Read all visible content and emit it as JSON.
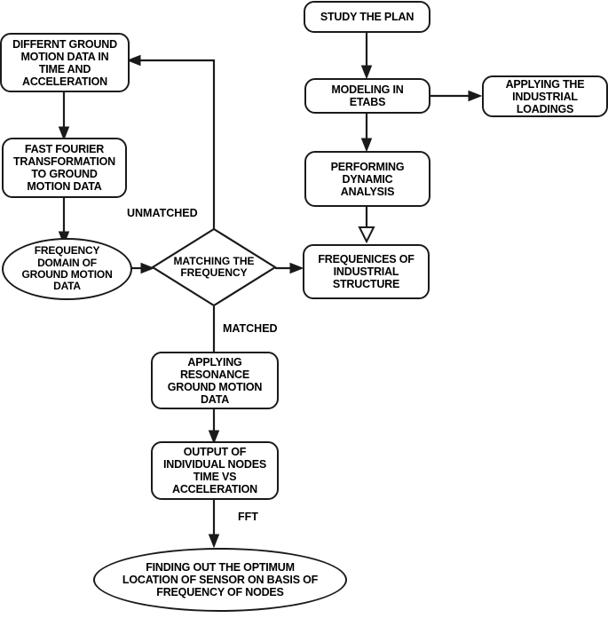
{
  "diagram": {
    "title": "Methodology flowchart for optimum sensor location based on frequency of nodes",
    "type": "flowchart",
    "background_color": "#ffffff",
    "line_color": "#1a1a1a",
    "text_color": "#000000"
  },
  "nodes": [
    {
      "id": "different-ground-motion-data",
      "shape": "rounded-rectangle",
      "label": "DIFFERNT GROUND\nMOTION DATA IN\nTIME AND\nACCELERATION"
    },
    {
      "id": "fast-fourier-transformation",
      "shape": "rounded-rectangle",
      "label": "FAST FOURIER\nTRANSFORMATION\nTO GROUND\nMOTION DATA"
    },
    {
      "id": "frequency-domain-of-ground-motion-data",
      "shape": "ellipse",
      "label": "FREQUENCY\nDOMAIN OF\nGROUND MOTION\nDATA"
    },
    {
      "id": "matching-the-frequency",
      "shape": "diamond",
      "label": "MATCHING THE\nFREQUENCY"
    },
    {
      "id": "applying-resonance-ground-motion-data",
      "shape": "rounded-rectangle",
      "label": "APPLYING\nRESONANCE\nGROUND MOTION\nDATA"
    },
    {
      "id": "output-of-individual-nodes",
      "shape": "rounded-rectangle",
      "label": "OUTPUT OF\nINDIVIDUAL NODES\nTIME VS\nACCELERATION"
    },
    {
      "id": "finding-out-optimum-location-of-sensor",
      "shape": "ellipse",
      "label": "FINDING OUT THE OPTIMUM\nLOCATION OF SENSOR ON BASIS OF\nFREQUENCY OF NODES"
    },
    {
      "id": "study-the-plan",
      "shape": "rounded-rectangle",
      "label": "STUDY THE PLAN"
    },
    {
      "id": "modeling-in-etabs",
      "shape": "rounded-rectangle",
      "label": "MODELING IN\nETABS"
    },
    {
      "id": "applying-the-industrial-loadings",
      "shape": "rounded-rectangle",
      "label": "APPLYING THE\nINDUSTRIAL\nLOADINGS"
    },
    {
      "id": "performing-dynamic-analysis",
      "shape": "rounded-rectangle",
      "label": "PERFORMING\nDYNAMIC\nANALYSIS"
    },
    {
      "id": "frequenices-of-industrial-structure",
      "shape": "rounded-rectangle",
      "label": "FREQUENICES OF\nINDUSTRIAL\nSTRUCTURE"
    }
  ],
  "edge_labels": {
    "unmatched": "UNMATCHED",
    "matched": "MATCHED",
    "fft": "FFT"
  }
}
